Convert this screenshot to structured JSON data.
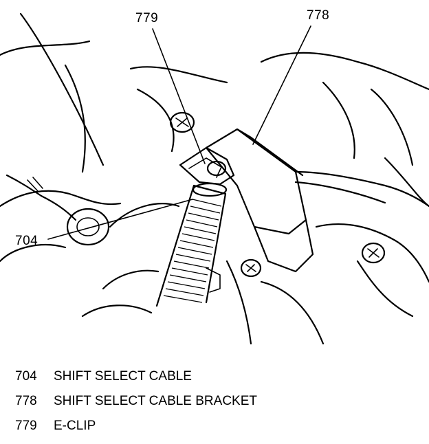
{
  "callouts": [
    {
      "id": "779",
      "label": "779"
    },
    {
      "id": "778",
      "label": "778"
    },
    {
      "id": "704",
      "label": "704"
    }
  ],
  "legend": [
    {
      "number": "704",
      "text": "SHIFT SELECT CABLE"
    },
    {
      "number": "778",
      "text": "SHIFT SELECT CABLE BRACKET"
    },
    {
      "number": "779",
      "text": "E-CLIP"
    }
  ]
}
